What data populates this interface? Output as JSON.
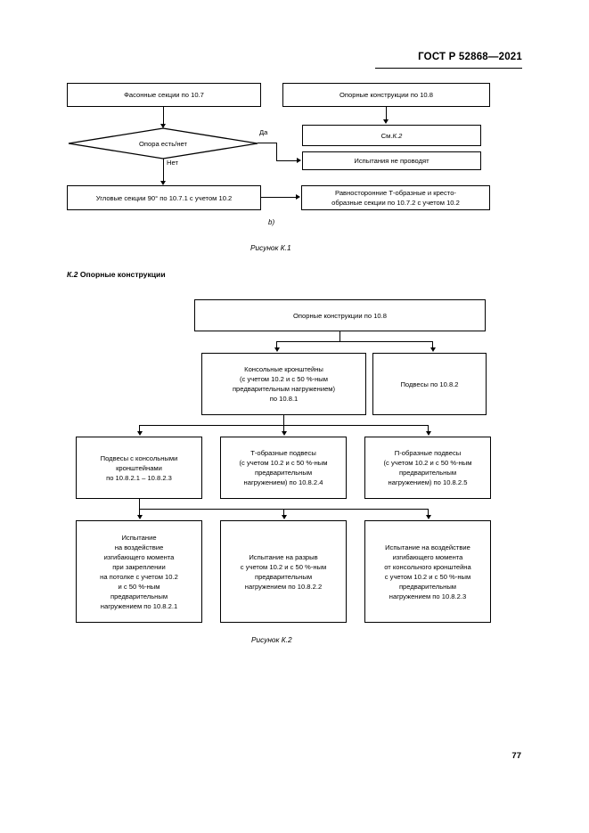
{
  "header": {
    "standard_title": "ГОСТ Р 52868—2021"
  },
  "page_number": "77",
  "figure_k1": {
    "caption": "Рисунок К.1",
    "sub_caption": "b)",
    "boxes": {
      "fasonnye": "Фасонные секции по 10.7",
      "opornye": "Опорные конструкции по 10.8",
      "sm_k2_prefix": "См. ",
      "sm_k2_ref": "К.2",
      "ne_provodyat": "Испытания не проводят",
      "uglovye": "Угловые секции 90° по 10.7.1 с учетом 10.2",
      "ravnostoronnie": "Равносторонние Т-образные и кресто-\nобразные секции по 10.7.2 с учетом 10.2"
    },
    "decision": {
      "label": "Опора есть/нет",
      "yes_label": "Да",
      "no_label": "Нет"
    }
  },
  "section_k2": {
    "number": "К.2",
    "title": "Опорные конструкции"
  },
  "figure_k2": {
    "caption": "Рисунок К.2",
    "boxes": {
      "root": "Опорные конструкции по 10.8",
      "konsolnye": "Консольные кронштейны\n(с учетом 10.2 и с 50 %-ным\nпредварительным нагружением)\nпо 10.8.1",
      "podvesy": "Подвесы по 10.8.2",
      "podvesy_konsol": "Подвесы с консольными\nкронштейнами\nпо 10.8.2.1 – 10.8.2.3",
      "t_obraznye": "Т-образные подвесы\n(с учетом 10.2 и с 50 %-ным\nпредварительным\nнагружением) по 10.8.2.4",
      "p_obraznye": "П-образные подвесы\n(с учетом 10.2 и с 50 %-ным\nпредварительным\nнагружением) по 10.8.2.5",
      "test_izgib_potolok": "Испытание\nна воздействие\nизгибающего момента\nпри закреплении\nна потолке с учетом 10.2\nи с 50 %-ным\nпредварительным\nнагружением по 10.8.2.1",
      "test_razryv": "Испытание на разрыв\nс учетом 10.2 и с 50 %-ным\nпредварительным\nнагружением по 10.8.2.2",
      "test_izgib_konsol": "Испытание на воздействие\nизгибающего момента\nот консольного кронштейна\nс учетом 10.2 и с 50 %-ным\nпредварительным\nнагружением по 10.8.2.3"
    }
  },
  "colors": {
    "ink": "#000000",
    "paper": "#ffffff"
  }
}
